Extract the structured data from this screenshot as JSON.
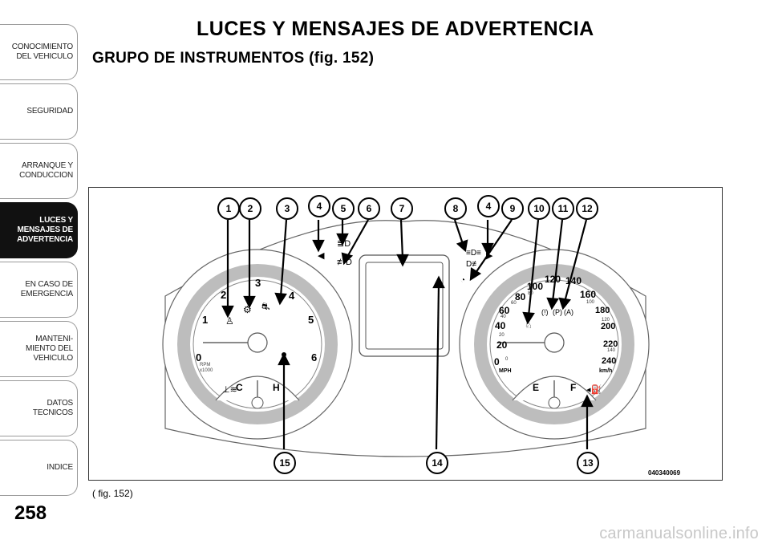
{
  "header": {
    "title": "LUCES Y MENSAJES DE ADVERTENCIA",
    "subtitle": "GRUPO DE INSTRUMENTOS (fig.  152)"
  },
  "sidebar": {
    "items": [
      {
        "label": "CONOCIMIENTO\nDEL VEHICULO",
        "active": false
      },
      {
        "label": "SEGURIDAD",
        "active": false
      },
      {
        "label": "ARRANQUE Y\nCONDUCCION",
        "active": false
      },
      {
        "label": "LUCES Y\nMENSAJES DE\nADVERTENCIA",
        "active": true
      },
      {
        "label": "EN CASO DE\nEMERGENCIA",
        "active": false
      },
      {
        "label": "MANTENI-\nMIENTO DEL\nVEHICULO",
        "active": false
      },
      {
        "label": "DATOS\nTECNICOS",
        "active": false
      },
      {
        "label": "INDICE",
        "active": false
      }
    ]
  },
  "figure": {
    "code": "040340069",
    "callouts": [
      "1",
      "2",
      "3",
      "4",
      "5",
      "6",
      "7",
      "8",
      "4",
      "9",
      "10",
      "11",
      "12",
      "15",
      "14",
      "13"
    ],
    "tachometer": {
      "ticks": [
        "0",
        "1",
        "2",
        "3",
        "4",
        "5",
        "6"
      ],
      "unit_line1": "RPM",
      "unit_line2": "x1000",
      "temp_cold": "C",
      "temp_hot": "H"
    },
    "speedometer": {
      "mph_ticks": [
        "0",
        "20",
        "40",
        "60",
        "80",
        "100",
        "120",
        "140",
        "160"
      ],
      "kmh_ticks": [
        "0",
        "20",
        "40",
        "60",
        "80",
        "100",
        "120",
        "140"
      ],
      "extra_ticks": [
        "180",
        "200",
        "220",
        "240"
      ],
      "unit_mph": "MPH",
      "unit_kmh": "km/h",
      "fuel_empty": "E",
      "fuel_full": "F"
    }
  },
  "caption": "( fig. 152)",
  "page_number": "258",
  "watermark": "carmanualsonline.info"
}
